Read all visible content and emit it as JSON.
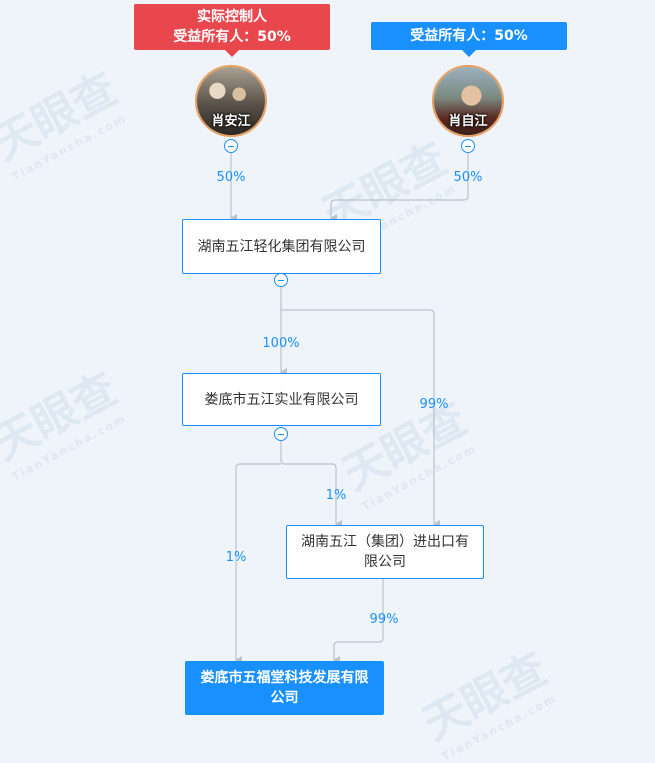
{
  "watermark": {
    "text": "天眼查",
    "sub": "TianYancha.com"
  },
  "shareholders": [
    {
      "name": "肖安江",
      "tag_line1": "实际控制人",
      "tag_line2": "受益所有人：50%",
      "tag_color": "#e8474d",
      "share": "50%"
    },
    {
      "name": "肖自江",
      "tag_line1": "",
      "tag_line2": "受益所有人：50%",
      "tag_color": "#1890ff",
      "share": "50%"
    }
  ],
  "companies": {
    "group": "湖南五江轻化集团有限公司",
    "industry": "娄底市五江实业有限公司",
    "import_export": "湖南五江（集团）进出口有限公司",
    "target": "娄底市五福堂科技发展有限公司"
  },
  "edges": {
    "group_to_industry": "100%",
    "group_to_import_export": "99%",
    "industry_to_import_export": "1%",
    "industry_to_target": "1%",
    "import_export_to_target": "99%"
  },
  "colors": {
    "accent": "#1890ff",
    "controller": "#e8474d",
    "line": "#b8c3cf"
  }
}
